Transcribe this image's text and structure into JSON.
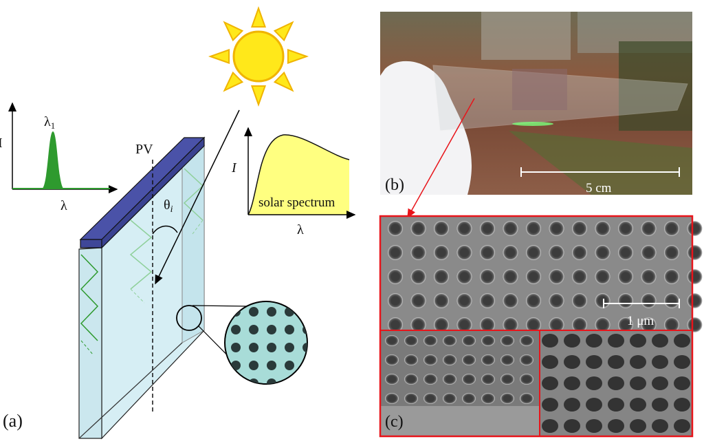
{
  "panel_a": {
    "label": "(a)",
    "emission_spectrum": {
      "y_label": "I",
      "x_label": "λ",
      "peak_label": "λ",
      "peak_subscript": "1"
    },
    "pv_label": "PV",
    "angle_label": "θ",
    "angle_subscript": "i",
    "solar_spectrum": {
      "y_label": "I",
      "x_label": "λ",
      "fill_label": "solar spectrum"
    }
  },
  "panel_b": {
    "label": "(b)",
    "scale_bar": "5 cm"
  },
  "panel_c": {
    "label": "(c)",
    "scale_bar": "1 μm"
  },
  "colors": {
    "pv": "#4a52a8",
    "glass": "#d6eef4",
    "green": "#2e9a2e",
    "sun": "#ffe81a",
    "sun_outline": "#f0b400",
    "solar_fill": "#ffff80",
    "frame": "#e8141a"
  }
}
